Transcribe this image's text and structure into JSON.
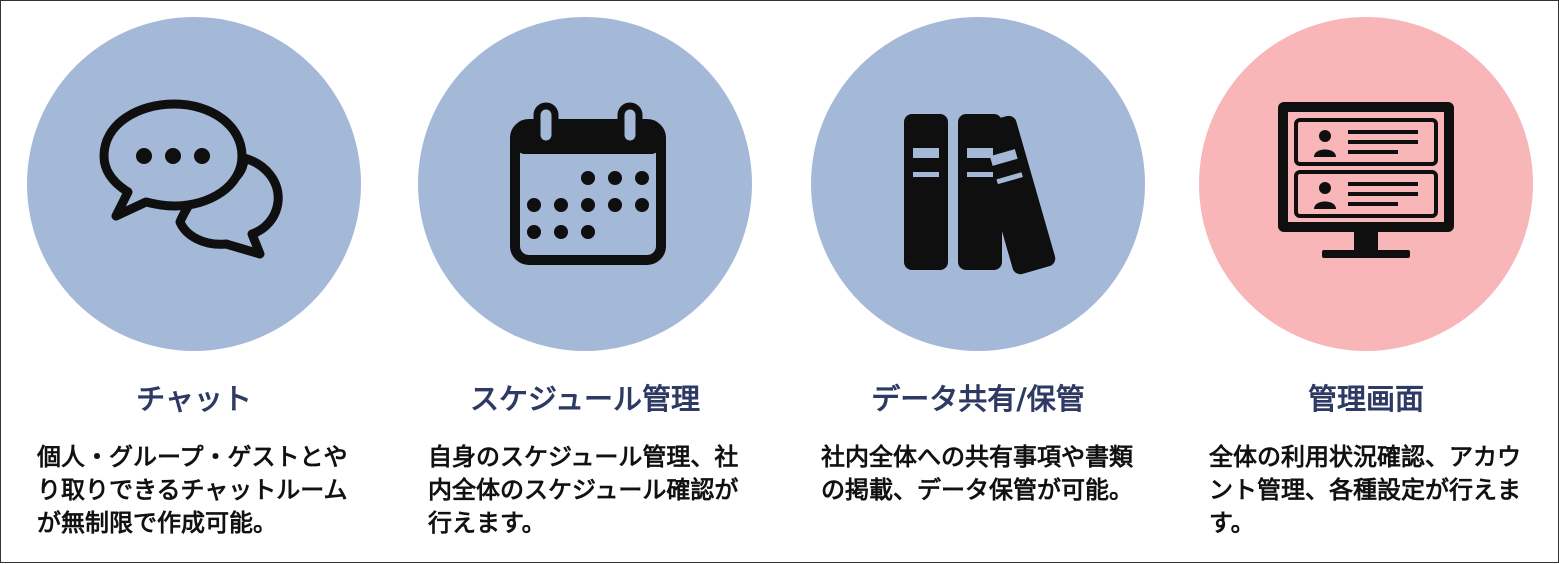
{
  "colors": {
    "circle_blue": "#a4b8d8",
    "circle_pink": "#f8b6b8",
    "title_text": "#2e3a64",
    "icon": "#0f0f0f"
  },
  "features": [
    {
      "icon": "chat-bubbles-icon",
      "title": "チャット",
      "description": "個人・グループ・ゲストとやり取りできるチャットルームが無制限で作成可能。"
    },
    {
      "icon": "calendar-icon",
      "title": "スケジュール管理",
      "description": "自身のスケジュール管理、社内全体のスケジュール確認が行えます。"
    },
    {
      "icon": "binders-icon",
      "title": "データ共有/保管",
      "description": "社内全体への共有事項や書類の掲載、データ保管が可能。"
    },
    {
      "icon": "admin-monitor-icon",
      "title": "管理画面",
      "description": "全体の利用状況確認、アカウント管理、各種設定が行えます。"
    }
  ]
}
